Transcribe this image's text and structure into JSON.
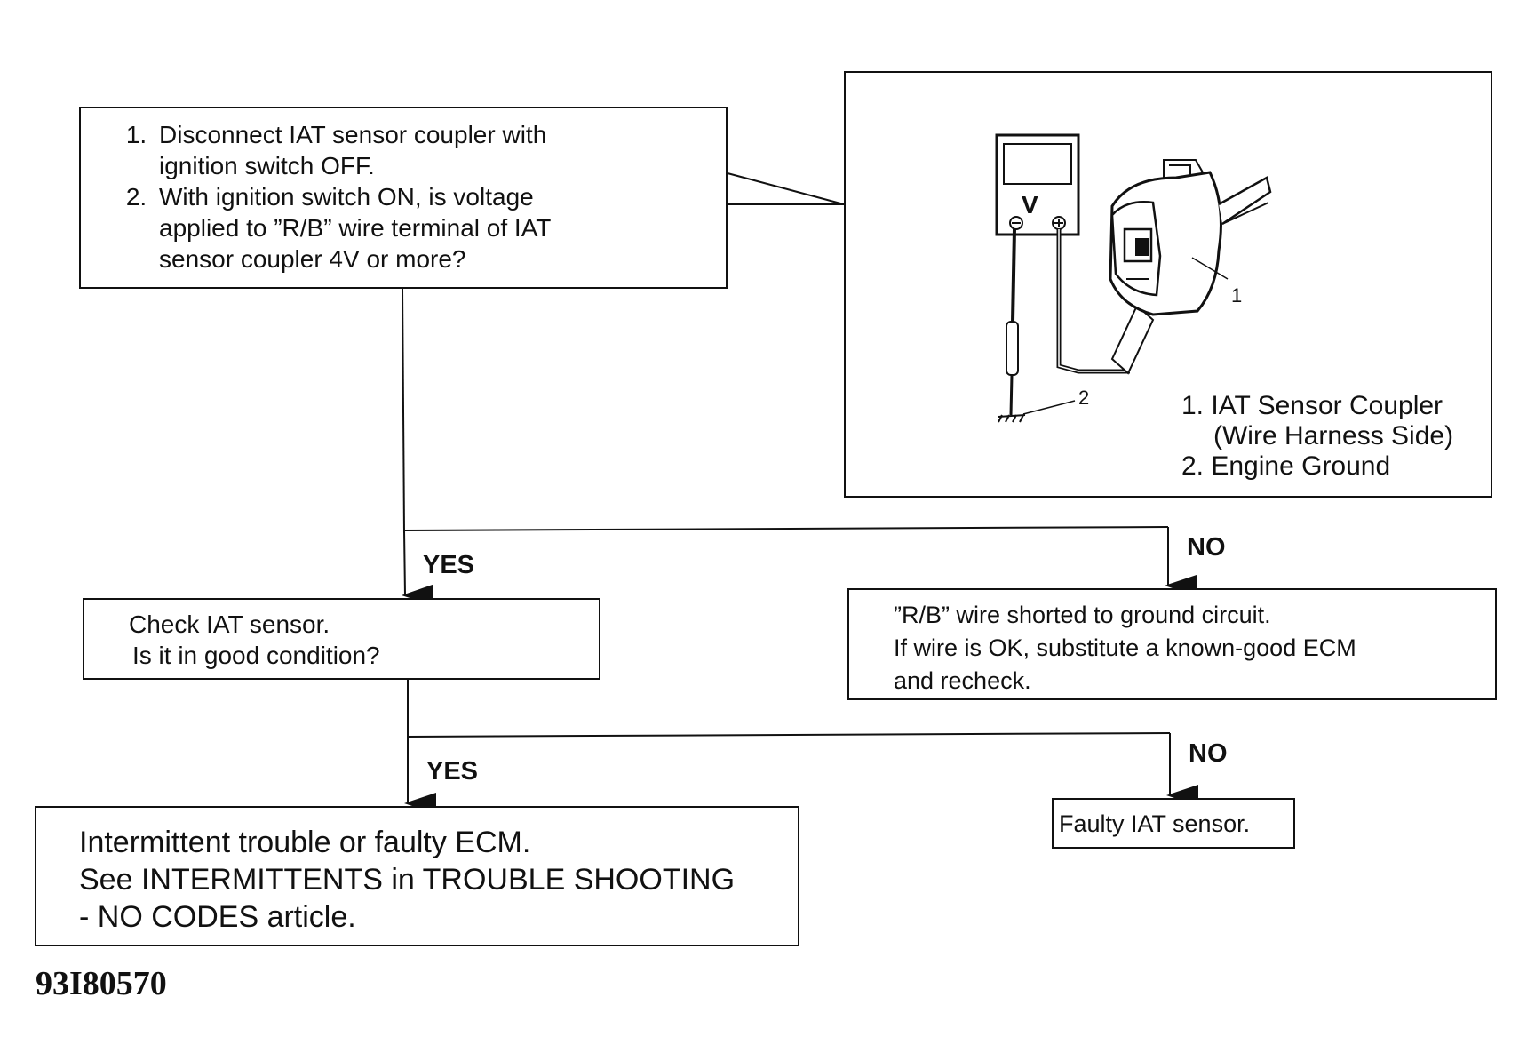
{
  "step_box": {
    "item1": [
      "Disconnect IAT sensor coupler with",
      "ignition switch OFF."
    ],
    "item2": [
      "With ignition switch ON, is voltage",
      "applied to ”R/B” wire terminal of IAT",
      "sensor coupler 4V or more?"
    ]
  },
  "diagram": {
    "meter_label": "V",
    "callout_1": "1",
    "callout_2": "2",
    "legend": [
      "1. IAT Sensor Coupler",
      "(Wire Harness Side)",
      "2. Engine Ground"
    ]
  },
  "branch1": {
    "yes_label": "YES",
    "no_label": "NO"
  },
  "check_box": [
    "Check IAT sensor.",
    "Is it in good condition?"
  ],
  "short_box": [
    "”R/B” wire shorted to ground circuit.",
    "If wire is OK, substitute a known-good ECM",
    "and recheck."
  ],
  "branch2": {
    "yes_label": "YES",
    "no_label": "NO"
  },
  "final_box": [
    "Intermittent trouble or faulty ECM.",
    "See INTERMITTENTS in TROUBLE SHOOTING",
    "- NO CODES article."
  ],
  "faulty_box": "Faulty IAT sensor.",
  "figure_id": "93I80570"
}
